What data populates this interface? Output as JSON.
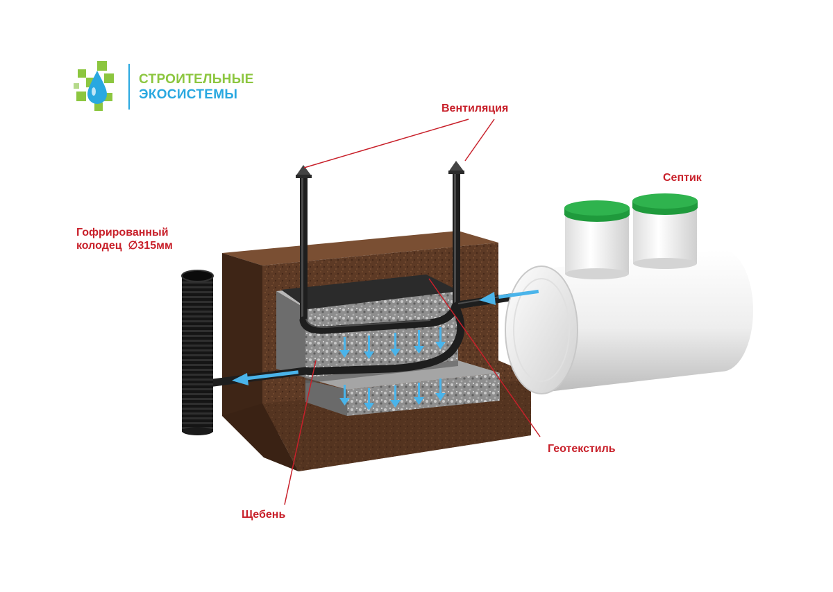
{
  "logo": {
    "line1": "СТРОИТЕЛЬНЫЕ",
    "line2": "ЭКОСИСТЕМЫ",
    "line1_color": "#8cc63f",
    "line2_color": "#29a8e0"
  },
  "labels": {
    "ventilation": "Вентиляция",
    "septic": "Септик",
    "well_line1": "Гофрированный",
    "well_line2": "колодец  ∅315мм",
    "geotextile": "Геотекстиль",
    "gravel": "Щебень"
  },
  "colors": {
    "label": "#c8202a",
    "soil": "#5a3824",
    "gravel": "#8a8a8a",
    "pipe": "#1e1e1e",
    "tank": "#f2f2f2",
    "lid": "#1f9a3c",
    "flow_arrow": "#4ab4ea"
  }
}
